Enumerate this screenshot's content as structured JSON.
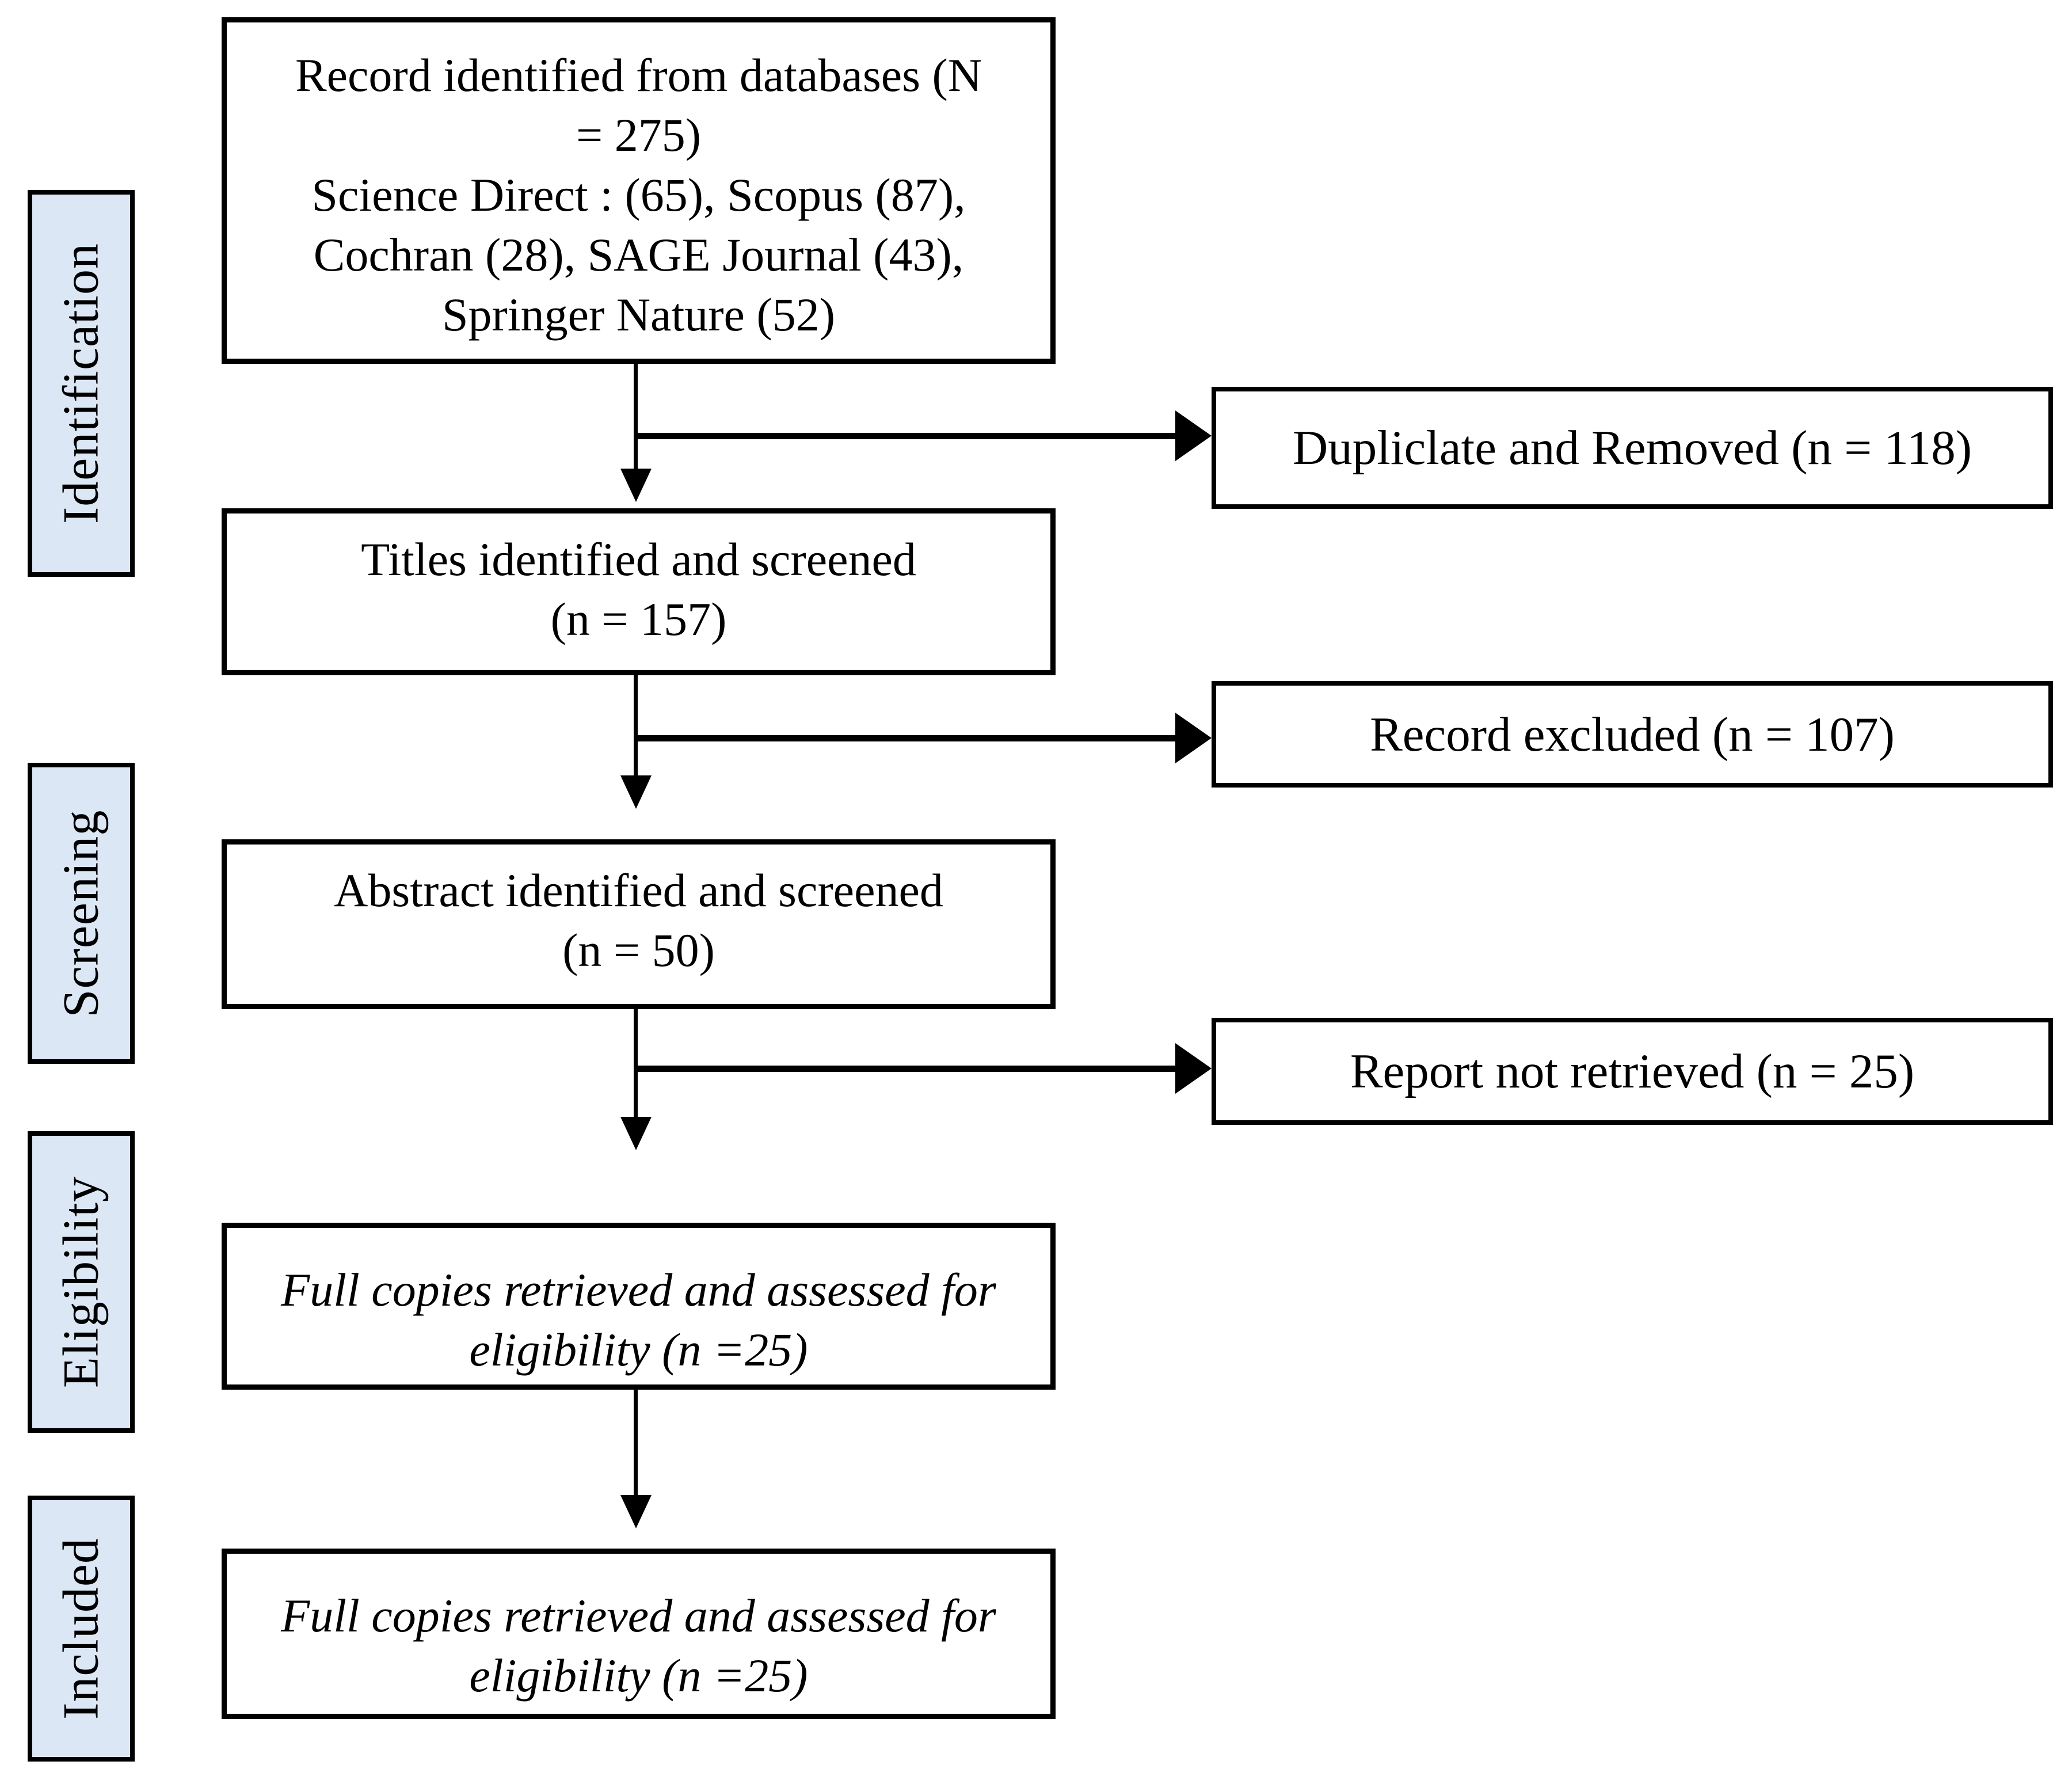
{
  "colors": {
    "stage_fill": "#dbe7f4",
    "line_color": "#000000",
    "page_background": "#ffffff"
  },
  "stages": [
    {
      "label": "Identification"
    },
    {
      "label": "Screening"
    },
    {
      "label": "Eligibility"
    },
    {
      "label": "Included"
    }
  ],
  "flow_boxes": [
    {
      "id": "records-identified",
      "lines": [
        "Record identified  from databases  (N",
        "= 275)",
        "Science Direct : (65), Scopus (87),",
        "Cochran (28), SAGE Journal (43),",
        "Springer Nature (52)"
      ]
    },
    {
      "id": "titles-screened",
      "lines": [
        "Titles identified and screened",
        "(n = 157)"
      ]
    },
    {
      "id": "abstracts-screened",
      "lines": [
        "Abstract identified and screened",
        "(n = 50)"
      ]
    },
    {
      "id": "full-copies-eligibility",
      "lines": [
        "Full copies retrieved and assessed for",
        "eligibility (n =25)"
      ]
    },
    {
      "id": "full-copies-included",
      "lines": [
        "Full copies retrieved and assessed for",
        "eligibility (n =25)"
      ]
    }
  ],
  "exclusion_boxes": [
    {
      "id": "duplicates-removed",
      "label": "Dupliclate and Removed (n = 118)"
    },
    {
      "id": "records-excluded",
      "label": "Record excluded (n = 107)"
    },
    {
      "id": "reports-not-retrieved",
      "label": "Report not retrieved (n = 25)"
    }
  ]
}
